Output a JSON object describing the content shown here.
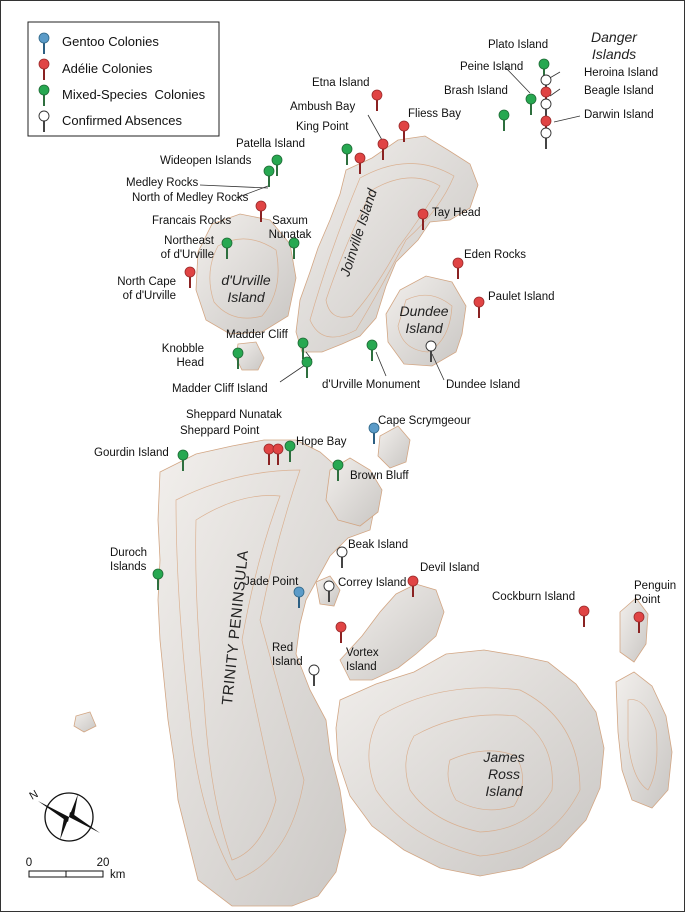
{
  "legend": {
    "items": [
      {
        "label": "Gentoo Colonies",
        "color": "#5b9bc8"
      },
      {
        "label": "Adélie Colonies",
        "color": "#e04444"
      },
      {
        "label": "Mixed-Species  Colonies",
        "color": "#27a851"
      },
      {
        "label": "Confirmed Absences",
        "color": "#ffffff"
      }
    ]
  },
  "regions": {
    "danger": [
      "Danger",
      "Islands"
    ],
    "durville": [
      "d'Urville",
      "Island"
    ],
    "joinville": "Joinville Island",
    "dundee": [
      "Dundee",
      "Island"
    ],
    "trinity": "TRINITY PENINSULA",
    "jamesross": [
      "James",
      "Ross",
      "Island"
    ]
  },
  "sites": {
    "plato": "Plato Island",
    "heroina": "Heroina Island",
    "peine": "Peine Island",
    "beagle": "Beagle Island",
    "brash": "Brash Island",
    "darwin": "Darwin Island",
    "etna": "Etna Island",
    "ambush": "Ambush Bay",
    "fliess": "Fliess Bay",
    "king": "King Point",
    "patella": "Patella Island",
    "wideopen": "Wideopen Islands",
    "medley": "Medley Rocks",
    "northmedley": "North of Medley Rocks",
    "francais": "Francais Rocks",
    "tay": "Tay Head",
    "saxum": [
      "Saxum",
      "Nunatak"
    ],
    "northeastdurville": [
      "Northeast",
      "of d'Urville"
    ],
    "edenrocks": "Eden Rocks",
    "northcape": [
      "North Cape",
      "of d'Urville"
    ],
    "paulet": "Paulet Island",
    "maddercliff": "Madder Cliff",
    "knobble": [
      "Knobble",
      "Head"
    ],
    "maddercliffisland": "Madder Cliff Island",
    "durvillemonument": "d'Urville Monument",
    "dundeeisland": "Dundee Island",
    "sheppardnunatak": "Sheppard Nunatak",
    "sheppardpoint": "Sheppard Point",
    "capescrymgeour": "Cape Scrymgeour",
    "hopebay": "Hope Bay",
    "gourdin": "Gourdin Island",
    "brownbluff": "Brown Bluff",
    "beak": "Beak Island",
    "duroch": [
      "Duroch",
      "Islands"
    ],
    "jadepoint": "Jade Point",
    "correy": "Correy Island",
    "devil": "Devil Island",
    "cockburn": "Cockburn Island",
    "penguin": [
      "Penguin",
      "Point"
    ],
    "red": [
      "Red",
      "Island"
    ],
    "vortex": [
      "Vortex",
      "Island"
    ]
  },
  "scalebar": {
    "zero": "0",
    "twenty": "20",
    "unit": "km"
  },
  "compass": {
    "north": "N"
  }
}
